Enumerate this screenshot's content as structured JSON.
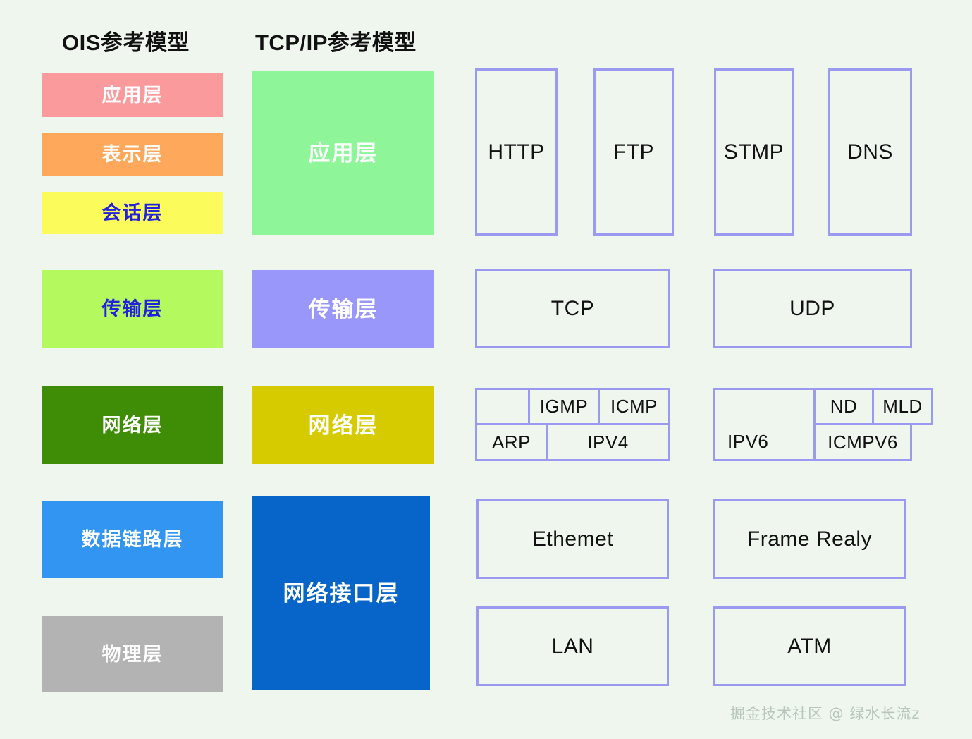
{
  "background_color": "#eef6ee",
  "border_color": "#9b99f0",
  "headers": {
    "osi": "OIS参考模型",
    "tcpip": "TCP/IP参考模型"
  },
  "osi_layers": [
    {
      "label": "应用层",
      "bg": "#fb9a9c",
      "fg": "#ffffff"
    },
    {
      "label": "表示层",
      "bg": "#fda85a",
      "fg": "#ffffff"
    },
    {
      "label": "会话层",
      "bg": "#fcfb5c",
      "fg": "#2222dd"
    },
    {
      "label": "传输层",
      "bg": "#b4f95e",
      "fg": "#2222dd"
    },
    {
      "label": "网络层",
      "bg": "#3f8c07",
      "fg": "#ffffff"
    },
    {
      "label": "数据链路层",
      "bg": "#3395f2",
      "fg": "#ffffff"
    },
    {
      "label": "物理层",
      "bg": "#b3b3b3",
      "fg": "#ffffff"
    }
  ],
  "tcpip_layers": [
    {
      "label": "应用层",
      "bg": "#8ef598",
      "fg": "#ffffff"
    },
    {
      "label": "传输层",
      "bg": "#9a97fb",
      "fg": "#ffffff"
    },
    {
      "label": "网络层",
      "bg": "#d5cb00",
      "fg": "#ffffff"
    },
    {
      "label": "网络接口层",
      "bg": "#0764c8",
      "fg": "#ffffff"
    }
  ],
  "protocols": {
    "application": [
      "HTTP",
      "FTP",
      "STMP",
      "DNS"
    ],
    "transport": [
      "TCP",
      "UDP"
    ],
    "network_ipv4": {
      "empty": "",
      "igmp": "IGMP",
      "icmp": "ICMP",
      "arp": "ARP",
      "ipv4": "IPV4"
    },
    "network_ipv6": {
      "ipv6": "IPV6",
      "nd": "ND",
      "mld": "MLD",
      "icmpv6": "ICMPV6"
    },
    "link": [
      "Ethemet",
      "Frame Realy",
      "LAN",
      "ATM"
    ]
  },
  "watermark": "掘金技术社区 @ 绿水长流z"
}
